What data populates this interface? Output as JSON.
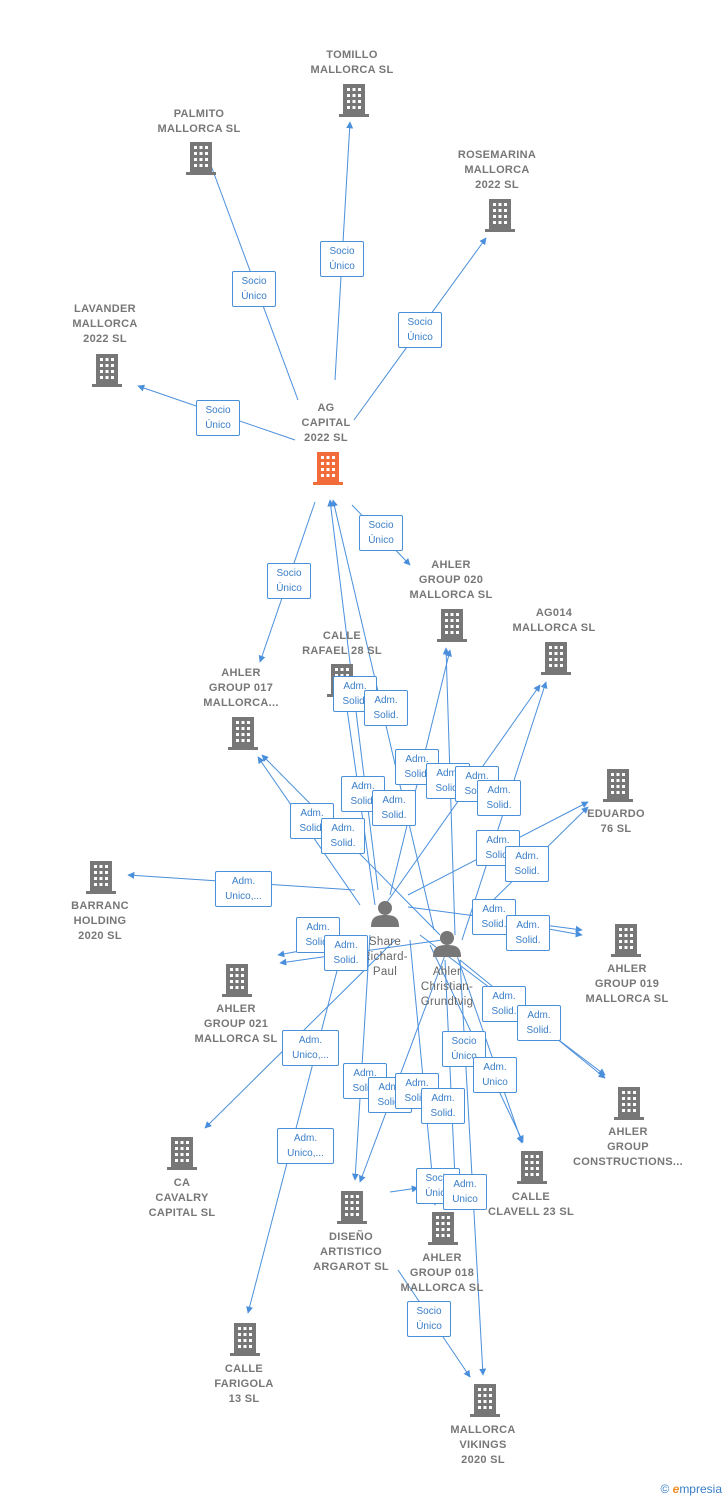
{
  "colors": {
    "edge": "#4a8fdc",
    "building": "#777777",
    "highlight": "#f26b3a",
    "badge_border": "#4a90d9",
    "badge_text": "#3a7ec7"
  },
  "companies": [
    {
      "id": "ag_capital",
      "label": "AG\nCAPITAL\n2022  SL",
      "highlight": true
    },
    {
      "id": "tomillo",
      "label": "TOMILLO\nMALLORCA  SL"
    },
    {
      "id": "palmito",
      "label": "PALMITO\nMALLORCA  SL"
    },
    {
      "id": "rosemarina",
      "label": "ROSEMARINA\nMALLORCA\n2022  SL"
    },
    {
      "id": "lavander",
      "label": "LAVANDER\nMALLORCA\n2022  SL"
    },
    {
      "id": "ahler020",
      "label": "AHLER\nGROUP 020\nMALLORCA  SL"
    },
    {
      "id": "ag014",
      "label": "AG014\nMALLORCA  SL"
    },
    {
      "id": "calle_rafael",
      "label": "CALLE\nRAFAEL 28  SL"
    },
    {
      "id": "ahler017",
      "label": "AHLER\nGROUP 017\nMALLORCA..."
    },
    {
      "id": "eduardo",
      "label": "EDUARDO\n76  SL"
    },
    {
      "id": "barranc",
      "label": "BARRANC\nHOLDING\n2020  SL"
    },
    {
      "id": "ahler019",
      "label": "AHLER\nGROUP 019\nMALLORCA  SL"
    },
    {
      "id": "ahler021",
      "label": "AHLER\nGROUP 021\nMALLORCA  SL"
    },
    {
      "id": "ahler_constr",
      "label": "AHLER\nGROUP\nCONSTRUCTIONS..."
    },
    {
      "id": "ca_cavalry",
      "label": "CA\nCAVALRY\nCAPITAL  SL"
    },
    {
      "id": "calle_clavell",
      "label": "CALLE\nCLAVELL 23  SL"
    },
    {
      "id": "diseno",
      "label": "DISEÑO\nARTISTICO\nARGAROT  SL"
    },
    {
      "id": "ahler018",
      "label": "AHLER\nGROUP 018\nMALLORCA  SL"
    },
    {
      "id": "calle_farigola",
      "label": "CALLE\nFARIGOLA\n13  SL"
    },
    {
      "id": "mallorca_vikings",
      "label": "MALLORCA\nVIKINGS\n2020  SL"
    }
  ],
  "people": [
    {
      "id": "share",
      "label": "Share\nRichard-\nPaul"
    },
    {
      "id": "christian",
      "label": "Ahler\nChristian-\nGrundtvig"
    }
  ],
  "badges": [
    {
      "id": "b_palmito",
      "text": "Socio\nÚnico"
    },
    {
      "id": "b_tomillo",
      "text": "Socio\nÚnico"
    },
    {
      "id": "b_rosemarina",
      "text": "Socio\nÚnico"
    },
    {
      "id": "b_lavander",
      "text": "Socio\nÚnico"
    },
    {
      "id": "b_ahler020",
      "text": "Socio\nÚnico"
    },
    {
      "id": "b_ahler017",
      "text": "Socio\nÚnico"
    },
    {
      "id": "b1",
      "text": "Adm.\nSolid."
    },
    {
      "id": "b2",
      "text": "Adm.\nSolid."
    },
    {
      "id": "b3",
      "text": "Adm.\nSolid."
    },
    {
      "id": "b4",
      "text": "Adm.\nSolid."
    },
    {
      "id": "b5",
      "text": "Adm.\nSolid."
    },
    {
      "id": "b6",
      "text": "Adm.\nSolid."
    },
    {
      "id": "b7",
      "text": "Adm.\nSolid."
    },
    {
      "id": "b8",
      "text": "Adm.\nSolid."
    },
    {
      "id": "b9",
      "text": "Adm.\nSolid."
    },
    {
      "id": "b10",
      "text": "Adm.\nSolid."
    },
    {
      "id": "b11",
      "text": "Adm.\nSolid."
    },
    {
      "id": "b12",
      "text": "Adm.\nSolid."
    },
    {
      "id": "b13",
      "text": "Adm.\nUnico,..."
    },
    {
      "id": "b14",
      "text": "Adm.\nSolid."
    },
    {
      "id": "b15",
      "text": "Adm.\nSolid."
    },
    {
      "id": "b16",
      "text": "Adm.\nSolid."
    },
    {
      "id": "b17",
      "text": "Adm.\nSolid."
    },
    {
      "id": "b18",
      "text": "Adm.\nSolid."
    },
    {
      "id": "b19",
      "text": "Adm.\nSolid."
    },
    {
      "id": "b20",
      "text": "Adm.\nUnico,..."
    },
    {
      "id": "b21",
      "text": "Socio\nÚnico"
    },
    {
      "id": "b22",
      "text": "Adm.\nUnico"
    },
    {
      "id": "b23",
      "text": "Adm.\nSolid."
    },
    {
      "id": "b24",
      "text": "Adm.\nSolid."
    },
    {
      "id": "b25",
      "text": "Adm.\nSolid."
    },
    {
      "id": "b26",
      "text": "Adm.\nSolid."
    },
    {
      "id": "b27",
      "text": "Adm.\nUnico,..."
    },
    {
      "id": "b28",
      "text": "Socio\nÚnico"
    },
    {
      "id": "b29",
      "text": "Adm.\nUnico"
    },
    {
      "id": "b30",
      "text": "Socio\nÚnico"
    }
  ],
  "watermark": {
    "copyright": "©",
    "brand_e": "e",
    "brand_rest": "mpresia"
  }
}
